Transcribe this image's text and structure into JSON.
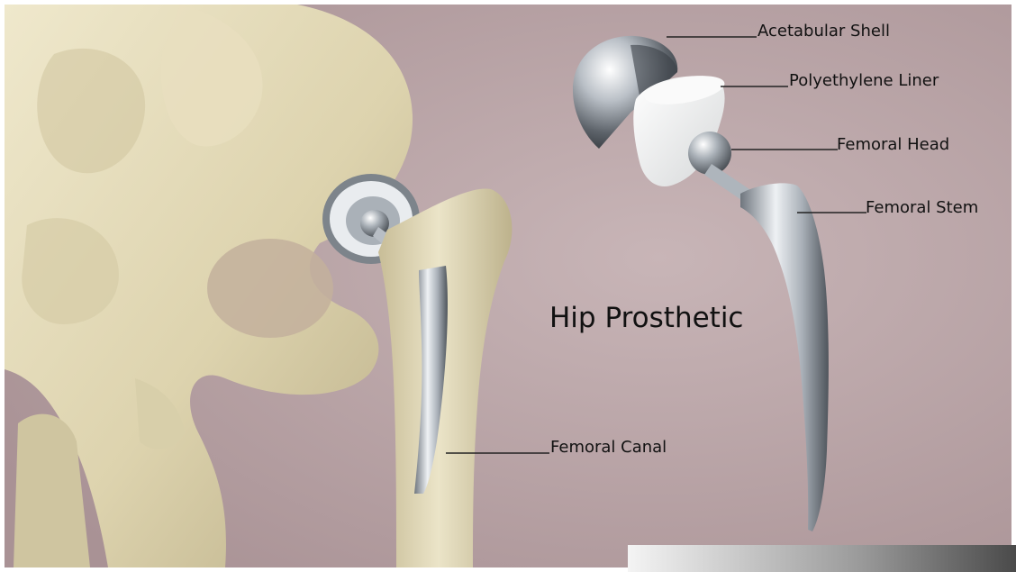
{
  "figure": {
    "title": "Hip Prosthetic",
    "labels": {
      "acetabular_shell": "Acetabular Shell",
      "polyethylene_liner": "Polyethylene Liner",
      "femoral_head": "Femoral Head",
      "femoral_stem": "Femoral Stem",
      "femoral_canal": "Femoral Canal"
    }
  },
  "colors": {
    "background": "#bfaaac",
    "bone": "#ddd4b0",
    "metal": "#c7ccd2",
    "liner": "#f1f1ef"
  }
}
